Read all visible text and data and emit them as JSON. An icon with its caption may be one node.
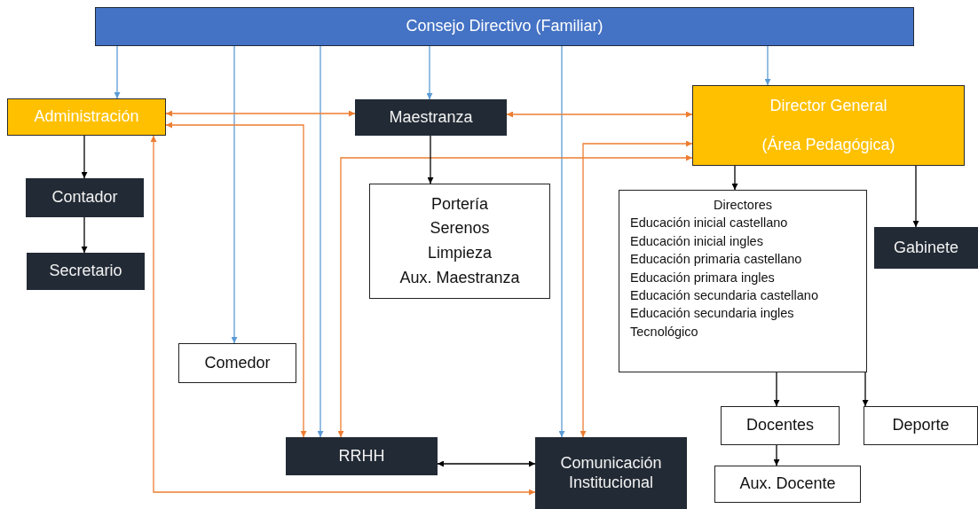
{
  "diagram": {
    "nodes": [
      {
        "text": [
          "Consejo Directivo (Familiar)"
        ]
      },
      {
        "text": [
          "Administración"
        ]
      },
      {
        "text": [
          "Maestranza"
        ]
      },
      {
        "text": [
          "Director General",
          "(Área Pedagógica)"
        ]
      },
      {
        "text": [
          "Contador"
        ]
      },
      {
        "text": [
          "Secretario"
        ]
      },
      {
        "text": [
          "Portería",
          "Serenos",
          "Limpieza",
          "Aux. Maestranza"
        ]
      },
      {
        "text": [
          "Directores",
          "Educación inicial castellano",
          "Educación inicial ingles",
          "Educación primaria castellano",
          "Educación primara ingles",
          "Educación secundaria castellano",
          "Educación secundaria ingles",
          "Tecnológico"
        ]
      },
      {
        "text": [
          "Gabinete"
        ]
      },
      {
        "text": [
          "Comedor"
        ]
      },
      {
        "text": [
          "RRHH"
        ]
      },
      {
        "text": [
          "Comunicación Institucional"
        ]
      },
      {
        "text": [
          "Docentes"
        ]
      },
      {
        "text": [
          "Deporte"
        ]
      },
      {
        "text": [
          "Aux. Docente"
        ]
      }
    ],
    "edges": [
      {
        "from": 0,
        "to": 1,
        "arrow": "to",
        "color": "#5b9bd5"
      },
      {
        "from": 0,
        "to": 9,
        "arrow": "to",
        "color": "#5b9bd5"
      },
      {
        "from": 0,
        "to": 10,
        "arrow": "to",
        "color": "#5b9bd5"
      },
      {
        "from": 0,
        "to": 2,
        "arrow": "to",
        "color": "#5b9bd5"
      },
      {
        "from": 0,
        "to": 11,
        "arrow": "to",
        "color": "#5b9bd5"
      },
      {
        "from": 0,
        "to": 3,
        "arrow": "to",
        "color": "#5b9bd5"
      },
      {
        "from": 1,
        "to": 2,
        "arrow": "both",
        "color": "#ed7d31"
      },
      {
        "from": 1,
        "to": 10,
        "arrow": "both",
        "color": "#ed7d31"
      },
      {
        "from": 2,
        "to": 3,
        "arrow": "both",
        "color": "#ed7d31"
      },
      {
        "from": 10,
        "to": 3,
        "arrow": "both",
        "color": "#ed7d31"
      },
      {
        "from": 11,
        "to": 3,
        "arrow": "both",
        "color": "#ed7d31"
      },
      {
        "from": 1,
        "to": 11,
        "arrow": "both",
        "color": "#ed7d31"
      },
      {
        "from": 1,
        "to": 4,
        "arrow": "to"
      },
      {
        "from": 4,
        "to": 5,
        "arrow": "to"
      },
      {
        "from": 2,
        "to": 6,
        "arrow": "to"
      },
      {
        "from": 3,
        "to": 7,
        "arrow": "to"
      },
      {
        "from": 3,
        "to": 8,
        "arrow": "to"
      },
      {
        "from": 7,
        "to": 12,
        "arrow": "to"
      },
      {
        "from": 7,
        "to": 13,
        "arrow": "to"
      },
      {
        "from": 12,
        "to": 14,
        "arrow": "to"
      },
      {
        "from": 10,
        "to": 11,
        "arrow": "both"
      }
    ]
  }
}
